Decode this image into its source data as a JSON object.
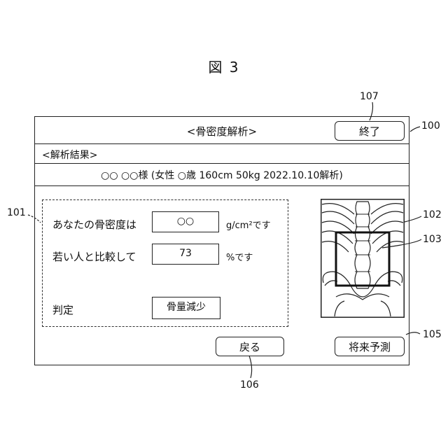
{
  "figure": {
    "title": "図 3"
  },
  "window": {
    "title": "<骨密度解析>",
    "end_button": "終了",
    "section_label": "<解析結果>",
    "patient_line": "○○ ○○様 (女性 ○歳 160cm 50kg 2022.10.10解析)"
  },
  "results": {
    "bone_density": {
      "label": "あなたの骨密度は",
      "value": "○○",
      "unit": "g/cm²です"
    },
    "young_compare": {
      "label": "若い人と比較して",
      "value": "73",
      "unit": "%です"
    },
    "judgement": {
      "label": "判定",
      "value": "骨量減少"
    }
  },
  "buttons": {
    "back": "戻る",
    "future_prediction": "将来予測"
  },
  "callouts": {
    "ref_100": "100",
    "ref_101": "101",
    "ref_102": "102",
    "ref_103": "103",
    "ref_105": "105",
    "ref_106": "106",
    "ref_107": "107"
  },
  "xray": {
    "roi_border_color": "#111111"
  }
}
